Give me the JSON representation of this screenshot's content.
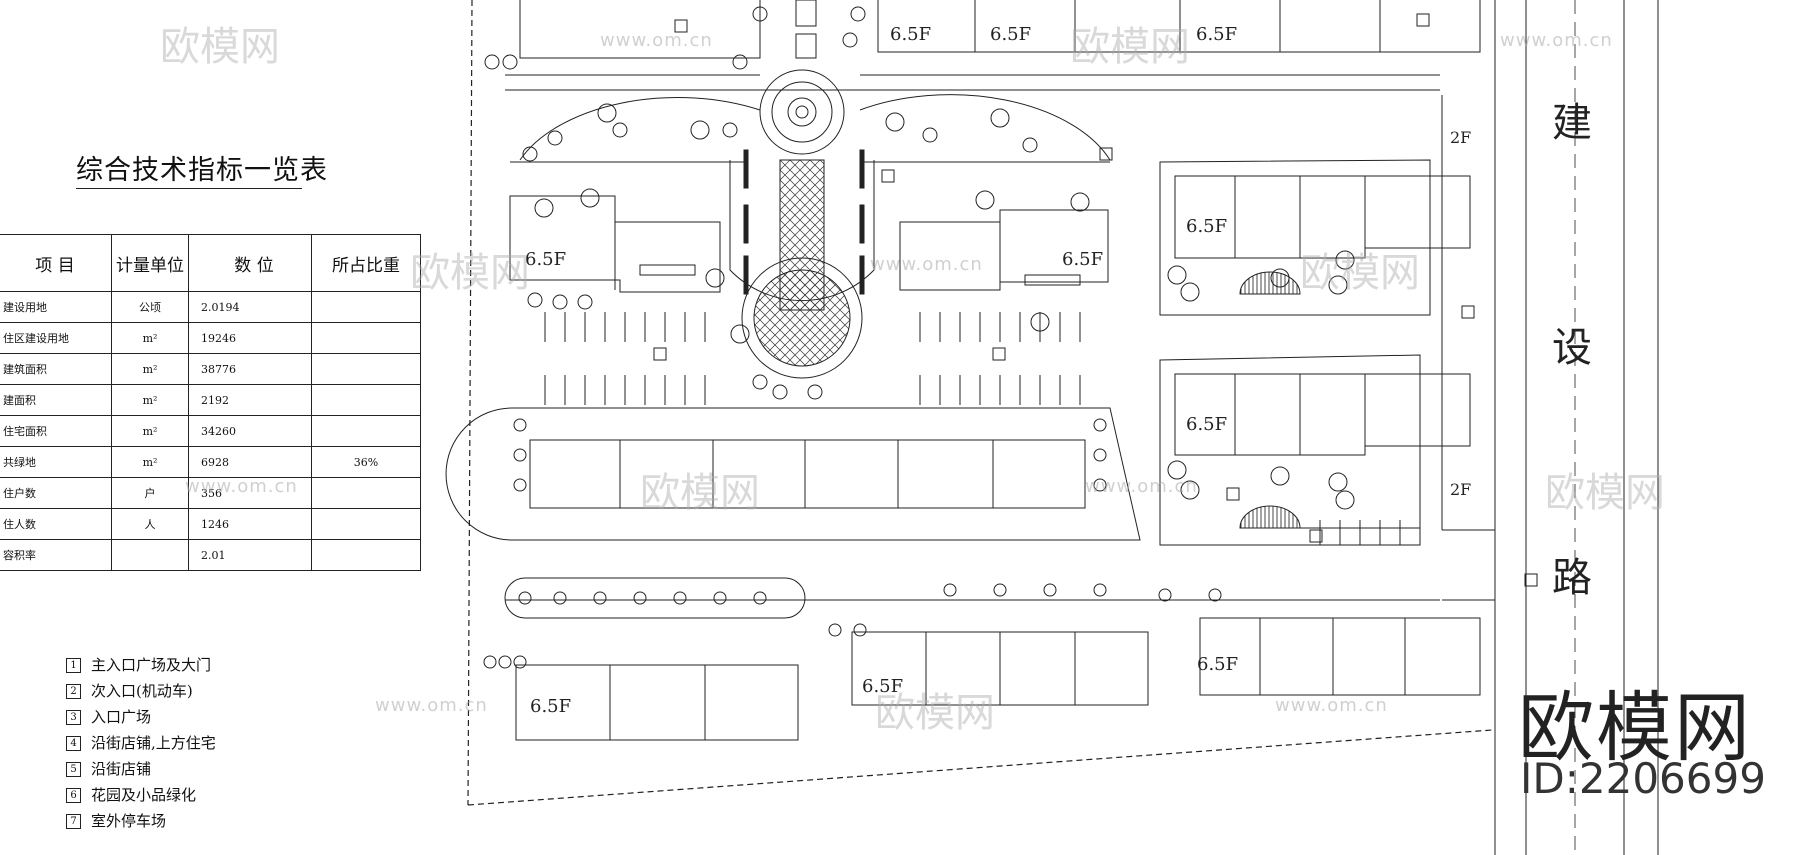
{
  "table": {
    "title": "综合技术指标一览表",
    "headers": [
      "项 目",
      "计量单位",
      "数 位",
      "所占比重"
    ],
    "rows": [
      {
        "item": "建设用地",
        "unit": "公顷",
        "value": "2.0194",
        "ratio": ""
      },
      {
        "item": "住区建设用地",
        "unit": "m²",
        "value": "19246",
        "ratio": ""
      },
      {
        "item": "建筑面积",
        "unit": "m²",
        "value": "38776",
        "ratio": ""
      },
      {
        "item": "建面积",
        "unit": "m²",
        "value": "2192",
        "ratio": ""
      },
      {
        "item": "住宅面积",
        "unit": "m²",
        "value": "34260",
        "ratio": ""
      },
      {
        "item": "共绿地",
        "unit": "m²",
        "value": "6928",
        "ratio": "36%"
      },
      {
        "item": "住户数",
        "unit": "户",
        "value": "356",
        "ratio": ""
      },
      {
        "item": "住人数",
        "unit": "人",
        "value": "1246",
        "ratio": ""
      },
      {
        "item": "容积率",
        "unit": "",
        "value": "2.01",
        "ratio": ""
      }
    ]
  },
  "legend": [
    {
      "num": "1",
      "label": "主入口广场及大门"
    },
    {
      "num": "2",
      "label": "次入口(机动车)"
    },
    {
      "num": "3",
      "label": "入口广场"
    },
    {
      "num": "4",
      "label": "沿街店铺,上方住宅"
    },
    {
      "num": "5",
      "label": "沿街店铺"
    },
    {
      "num": "6",
      "label": "花园及小品绿化"
    },
    {
      "num": "7",
      "label": "室外停车场"
    }
  ],
  "plan": {
    "floor_label": "6.5F",
    "two_floor_label": "2F",
    "road_name": [
      "建",
      "设",
      "路"
    ]
  },
  "watermark": {
    "brand": "欧模网",
    "url": "www.om.cn",
    "id": "ID:2206699"
  }
}
